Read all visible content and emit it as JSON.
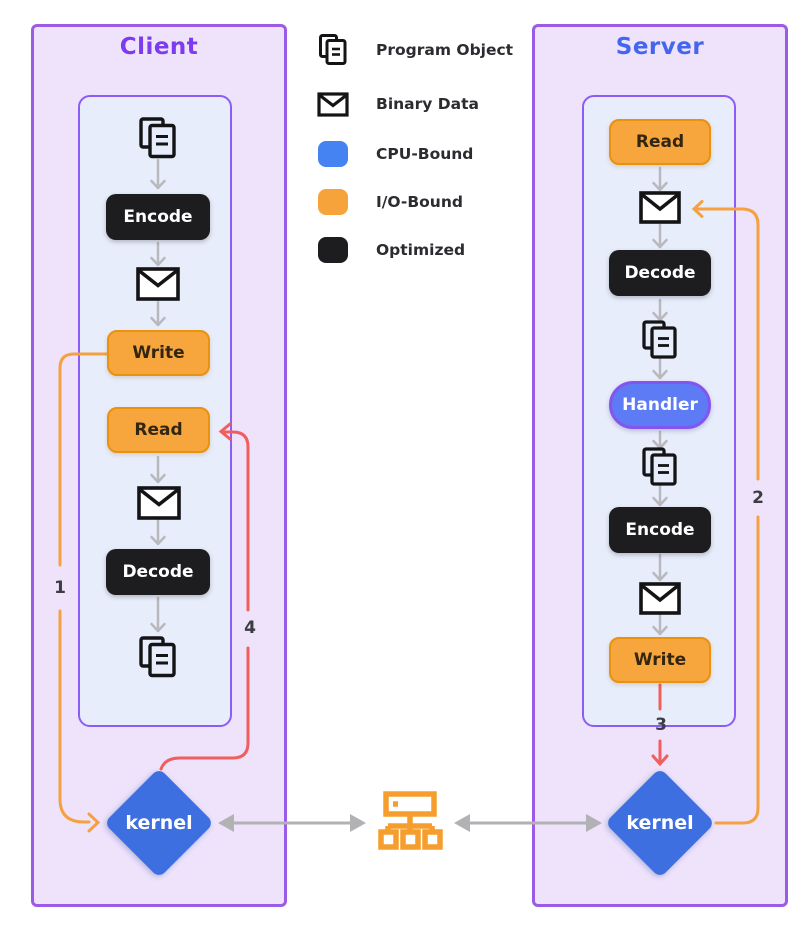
{
  "legend": {
    "items": [
      {
        "icon": "program-object-icon",
        "label": "Program Object"
      },
      {
        "icon": "envelope-icon",
        "label": "Binary Data"
      },
      {
        "icon": "blue-square",
        "label": "CPU-Bound",
        "color": "#4583f2"
      },
      {
        "icon": "orange-square",
        "label": "I/O-Bound",
        "color": "#f7a33c"
      },
      {
        "icon": "black-square",
        "label": "Optimized",
        "color": "#1d1d1f"
      }
    ]
  },
  "client": {
    "title": "Client",
    "nodes": {
      "encode": "Encode",
      "write": "Write",
      "read": "Read",
      "decode": "Decode"
    },
    "kernel": "kernel"
  },
  "server": {
    "title": "Server",
    "nodes": {
      "read": "Read",
      "decode": "Decode",
      "handler": "Handler",
      "encode": "Encode",
      "write": "Write"
    },
    "kernel": "kernel"
  },
  "flow_labels": {
    "step1": "1",
    "step2": "2",
    "step3": "3",
    "step4": "4"
  },
  "colors": {
    "client_title": "#7d3bf0",
    "server_title": "#4466ef",
    "panel_bg": "#eee3fb",
    "panel_border": "#9c5be6",
    "inner_bg": "#e8edfb",
    "inner_border": "#8b5cf6",
    "cpu_bound_blue": "#4583f2",
    "io_bound_orange": "#f7a33c",
    "optimized_black": "#1d1d1f",
    "kernel_blue": "#3e6fe1",
    "handler_blue": "#5d7bf4",
    "orange_line": "#f5a142",
    "red_line": "#f15e5e",
    "gray_arrow": "#b9b9bd"
  }
}
